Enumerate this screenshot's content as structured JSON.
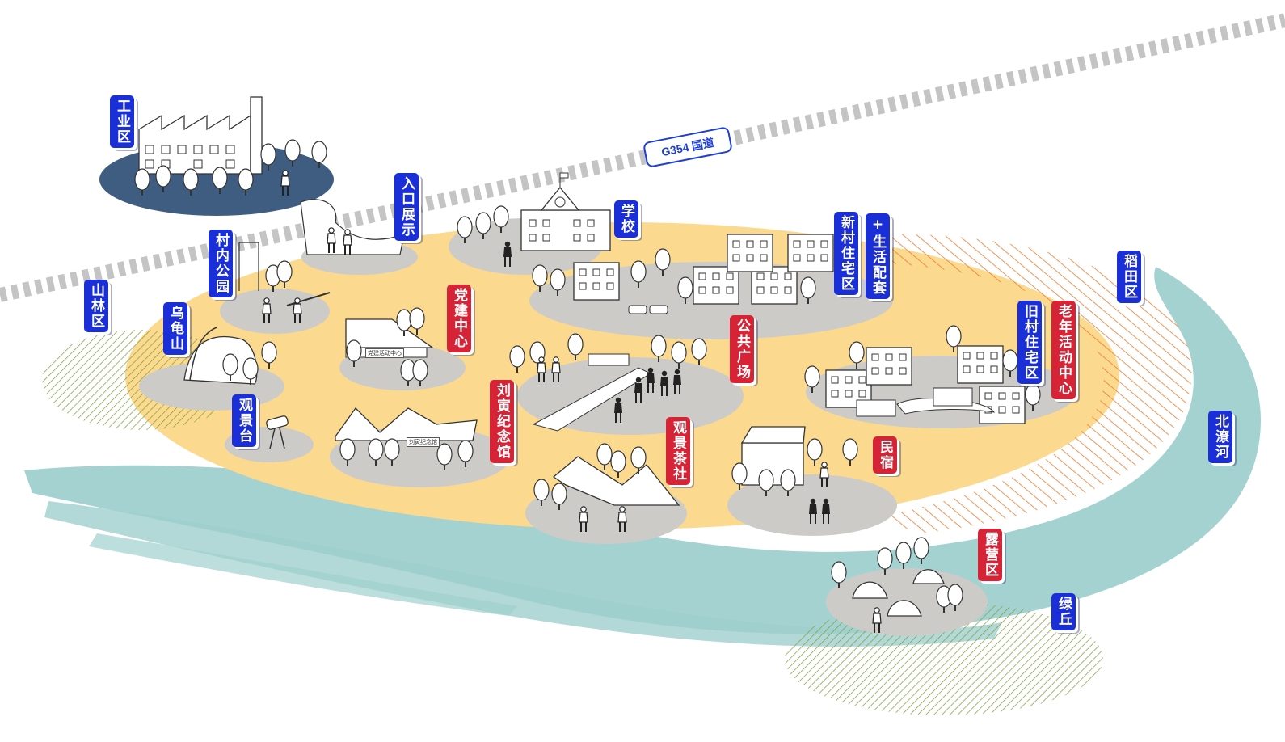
{
  "colors": {
    "blue": "#1a2fd8",
    "red": "#d62335",
    "sand": "#fbd98e",
    "river": "#9fd0cd",
    "hatch_green": "#7d9b3a",
    "hatch_orange": "#ef7a2f",
    "plaza_gray": "#cdcbc8",
    "industry_navy": "#3f5d80",
    "road_gray": "#bdbdbd"
  },
  "road": {
    "label": "G354 国道"
  },
  "zones": [
    {
      "id": "industry",
      "label": "工业区",
      "color": "blue"
    },
    {
      "id": "entrance",
      "label": "入口展示",
      "color": "blue"
    },
    {
      "id": "school",
      "label": "学校",
      "color": "blue"
    },
    {
      "id": "new-village",
      "label": "新村住宅区",
      "color": "blue"
    },
    {
      "id": "living",
      "label": "+生活配套",
      "color": "blue"
    },
    {
      "id": "rice",
      "label": "稻田区",
      "color": "blue"
    },
    {
      "id": "park",
      "label": "村内公园",
      "color": "blue"
    },
    {
      "id": "forest",
      "label": "山林区",
      "color": "blue"
    },
    {
      "id": "turtle",
      "label": "乌龟山",
      "color": "blue"
    },
    {
      "id": "party",
      "label": "党建中心",
      "color": "red"
    },
    {
      "id": "plaza",
      "label": "公共广场",
      "color": "red"
    },
    {
      "id": "old-village",
      "label": "旧村住宅区",
      "color": "blue"
    },
    {
      "id": "elder",
      "label": "老年活动中心",
      "color": "red"
    },
    {
      "id": "lookout",
      "label": "观景台",
      "color": "blue"
    },
    {
      "id": "memorial",
      "label": "刘寅纪念馆",
      "color": "red"
    },
    {
      "id": "teahouse",
      "label": "观景茶社",
      "color": "red"
    },
    {
      "id": "homestay",
      "label": "民宿",
      "color": "red"
    },
    {
      "id": "river",
      "label": "北潦河",
      "color": "blue"
    },
    {
      "id": "camping",
      "label": "露营区",
      "color": "red"
    },
    {
      "id": "green-hill",
      "label": "绿丘",
      "color": "blue"
    }
  ],
  "signs": {
    "party_building": "党建活动中心",
    "memorial_hall": "刘寅纪念馆"
  }
}
